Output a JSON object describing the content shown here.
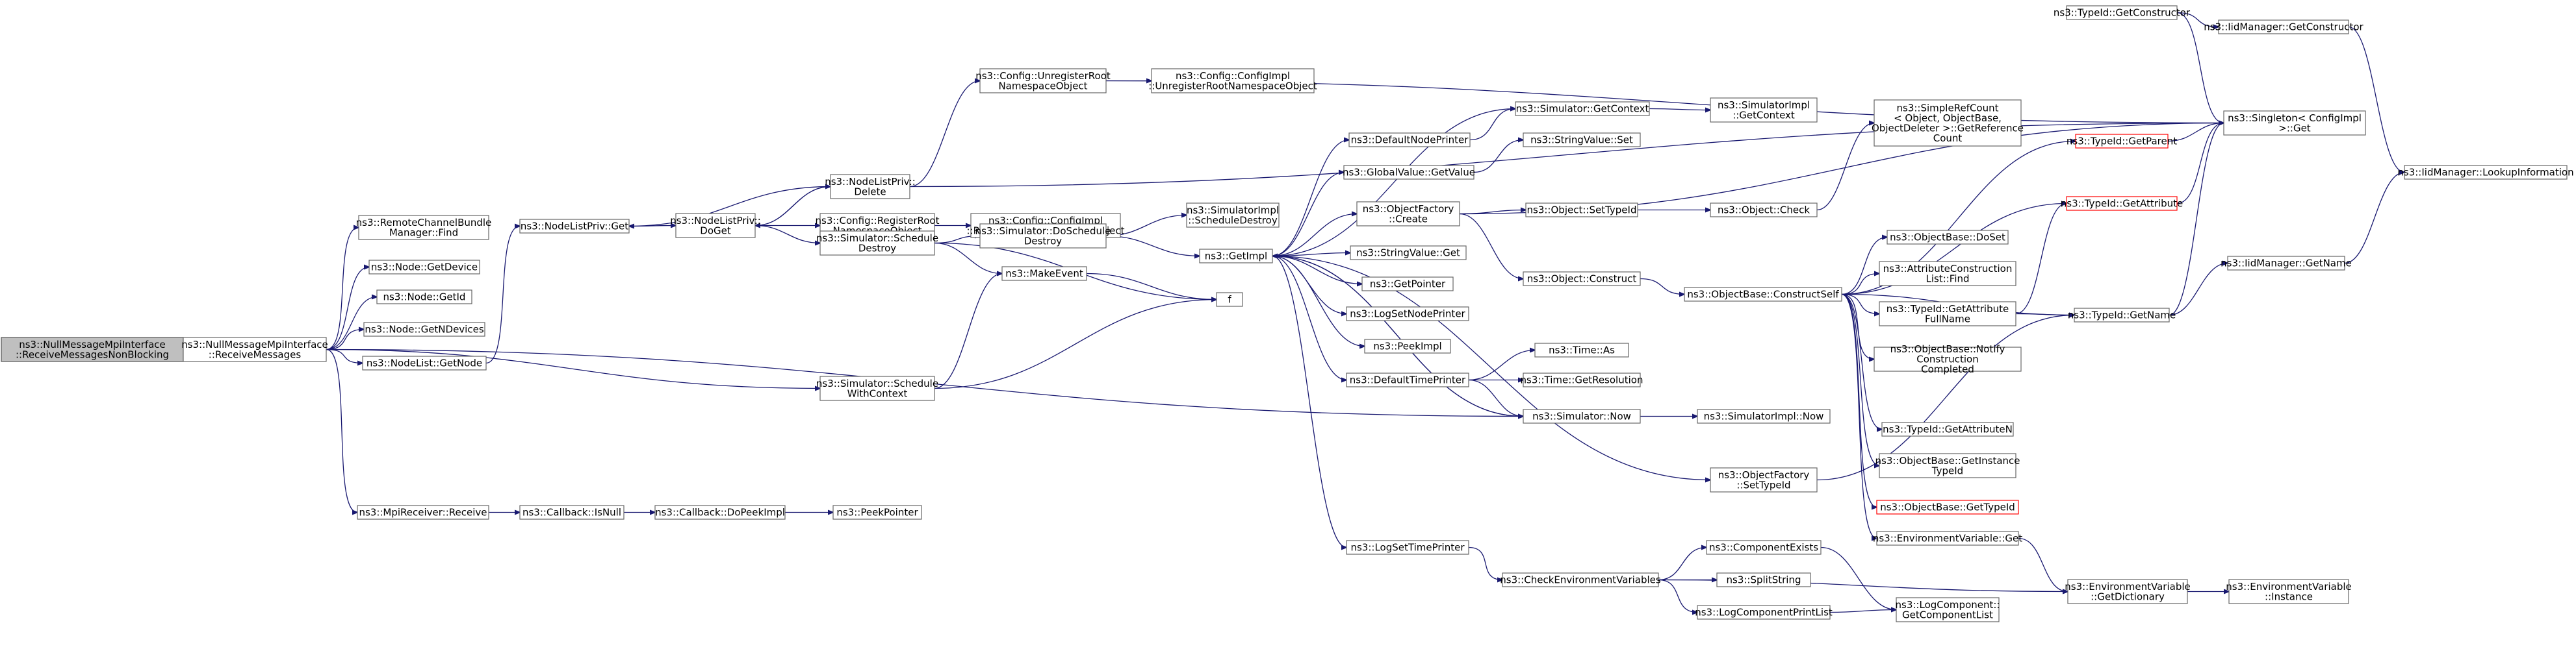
{
  "graph": {
    "nodes": {
      "root": [
        "ns3::NullMessageMpiInterface",
        "::ReceiveMessagesNonBlocking"
      ],
      "receiveMessages": [
        "ns3::NullMessageMpiInterface",
        "::ReceiveMessages"
      ],
      "remoteFind": [
        "ns3::RemoteChannelBundle",
        "Manager::Find"
      ],
      "nodeGetDevice": [
        "ns3::Node::GetDevice"
      ],
      "nodeGetId": [
        "ns3::Node::GetId"
      ],
      "nodeGetNDevices": [
        "ns3::Node::GetNDevices"
      ],
      "nodeListGetNode": [
        "ns3::NodeList::GetNode"
      ],
      "mpiReceive": [
        "ns3::MpiReceiver::Receive"
      ],
      "nlpGet": [
        "ns3::NodeListPriv::Get"
      ],
      "nlpDoGet": [
        "ns3::NodeListPriv::",
        "DoGet"
      ],
      "nlpDelete": [
        "ns3::NodeListPriv::",
        "Delete"
      ],
      "unregisterRoot": [
        "ns3::Config::UnregisterRoot",
        "NamespaceObject"
      ],
      "configImplUnregister": [
        "ns3::Config::ConfigImpl",
        "::UnregisterRootNamespaceObject"
      ],
      "registerRoot": [
        "ns3::Config::RegisterRoot",
        "NamespaceObject"
      ],
      "configImplRegister": [
        "ns3::Config::ConfigImpl",
        "::RegisterRootNamespaceObject"
      ],
      "simScheduleDestroy": [
        "ns3::Simulator::Schedule",
        "Destroy"
      ],
      "simDoScheduleDestroy": [
        "ns3::Simulator::DoSchedule",
        "Destroy"
      ],
      "simImplScheduleDestroy": [
        "ns3::SimulatorImpl",
        "::ScheduleDestroy"
      ],
      "makeEvent": [
        "ns3::MakeEvent"
      ],
      "f": [
        "f"
      ],
      "simScheduleWithContext": [
        "ns3::Simulator::Schedule",
        "WithContext"
      ],
      "getImpl": [
        "ns3::GetImpl"
      ],
      "callbackIsNull": [
        "ns3::Callback::IsNull"
      ],
      "callbackDoPeekImpl": [
        "ns3::Callback::DoPeekImpl"
      ],
      "peekPointer": [
        "ns3::PeekPointer"
      ],
      "defaultNodePrinter": [
        "ns3::DefaultNodePrinter"
      ],
      "globalValueGetValue": [
        "ns3::GlobalValue::GetValue"
      ],
      "objectFactoryCreate": [
        "ns3::ObjectFactory",
        "::Create"
      ],
      "stringValueGet": [
        "ns3::StringValue::Get"
      ],
      "getPointer": [
        "ns3::GetPointer"
      ],
      "logSetNodePrinter": [
        "ns3::LogSetNodePrinter"
      ],
      "peekImpl": [
        "ns3::PeekImpl"
      ],
      "defaultTimePrinter": [
        "ns3::DefaultTimePrinter"
      ],
      "logSetTimePrinter": [
        "ns3::LogSetTimePrinter"
      ],
      "simGetContext": [
        "ns3::Simulator::GetContext"
      ],
      "simImplGetContext": [
        "ns3::SimulatorImpl",
        "::GetContext"
      ],
      "stringValueSet": [
        "ns3::StringValue::Set"
      ],
      "objectSetTypeId": [
        "ns3::Object::SetTypeId"
      ],
      "objectCheck": [
        "ns3::Object::Check"
      ],
      "objectConstruct": [
        "ns3::Object::Construct"
      ],
      "timeAs": [
        "ns3::Time::As"
      ],
      "timeGetResolution": [
        "ns3::Time::GetResolution"
      ],
      "simNow": [
        "ns3::Simulator::Now"
      ],
      "simImplNow": [
        "ns3::SimulatorImpl::Now"
      ],
      "objectFactorySetTypeId": [
        "ns3::ObjectFactory",
        "::SetTypeId"
      ],
      "checkEnvVars": [
        "ns3::CheckEnvironmentVariables"
      ],
      "componentExists": [
        "ns3::ComponentExists"
      ],
      "splitString": [
        "ns3::SplitString"
      ],
      "logComponentPrintList": [
        "ns3::LogComponentPrintList"
      ],
      "getComponentList": [
        "ns3::LogComponent::",
        "GetComponentList"
      ],
      "objectBaseConstructSelf": [
        "ns3::ObjectBase::ConstructSelf"
      ],
      "simpleRefCount": [
        "ns3::SimpleRefCount",
        "< Object, ObjectBase,",
        "ObjectDeleter >::GetReference",
        "Count"
      ],
      "objectBaseDoSet": [
        "ns3::ObjectBase::DoSet"
      ],
      "attrConstructionFind": [
        "ns3::AttributeConstruction",
        "List::Find"
      ],
      "typeIdGetAttributeFullName": [
        "ns3::TypeId::GetAttribute",
        "FullName"
      ],
      "notifyConstructionCompleted": [
        "ns3::ObjectBase::Notify",
        "Construction",
        "Completed"
      ],
      "typeIdGetAttributeN": [
        "ns3::TypeId::GetAttributeN"
      ],
      "getInstanceTypeId": [
        "ns3::ObjectBase::GetInstance",
        "TypeId"
      ],
      "objectBaseGetTypeId": [
        "ns3::ObjectBase::GetTypeId"
      ],
      "envVarGet": [
        "ns3::EnvironmentVariable::Get"
      ],
      "envVarGetDictionary": [
        "ns3::EnvironmentVariable",
        "::GetDictionary"
      ],
      "envVarInstance": [
        "ns3::EnvironmentVariable",
        "::Instance"
      ],
      "typeIdGetConstructor": [
        "ns3::TypeId::GetConstructor"
      ],
      "iidGetConstructor": [
        "ns3::IidManager::GetConstructor"
      ],
      "singletonGet": [
        "ns3::Singleton< ConfigImpl",
        ">::Get"
      ],
      "typeIdGetParent": [
        "ns3::TypeId::GetParent"
      ],
      "typeIdGetAttribute": [
        "ns3::TypeId::GetAttribute"
      ],
      "typeIdGetName": [
        "ns3::TypeId::GetName"
      ],
      "iidGetName": [
        "ns3::IidManager::GetName"
      ],
      "iidLookupInformation": [
        "ns3::IidManager::LookupInformation"
      ]
    },
    "colors": {
      "edge": "#191970",
      "root_fill": "#bfbfbf",
      "node_border": "#666666",
      "highlight_border": "#ff0000"
    }
  }
}
